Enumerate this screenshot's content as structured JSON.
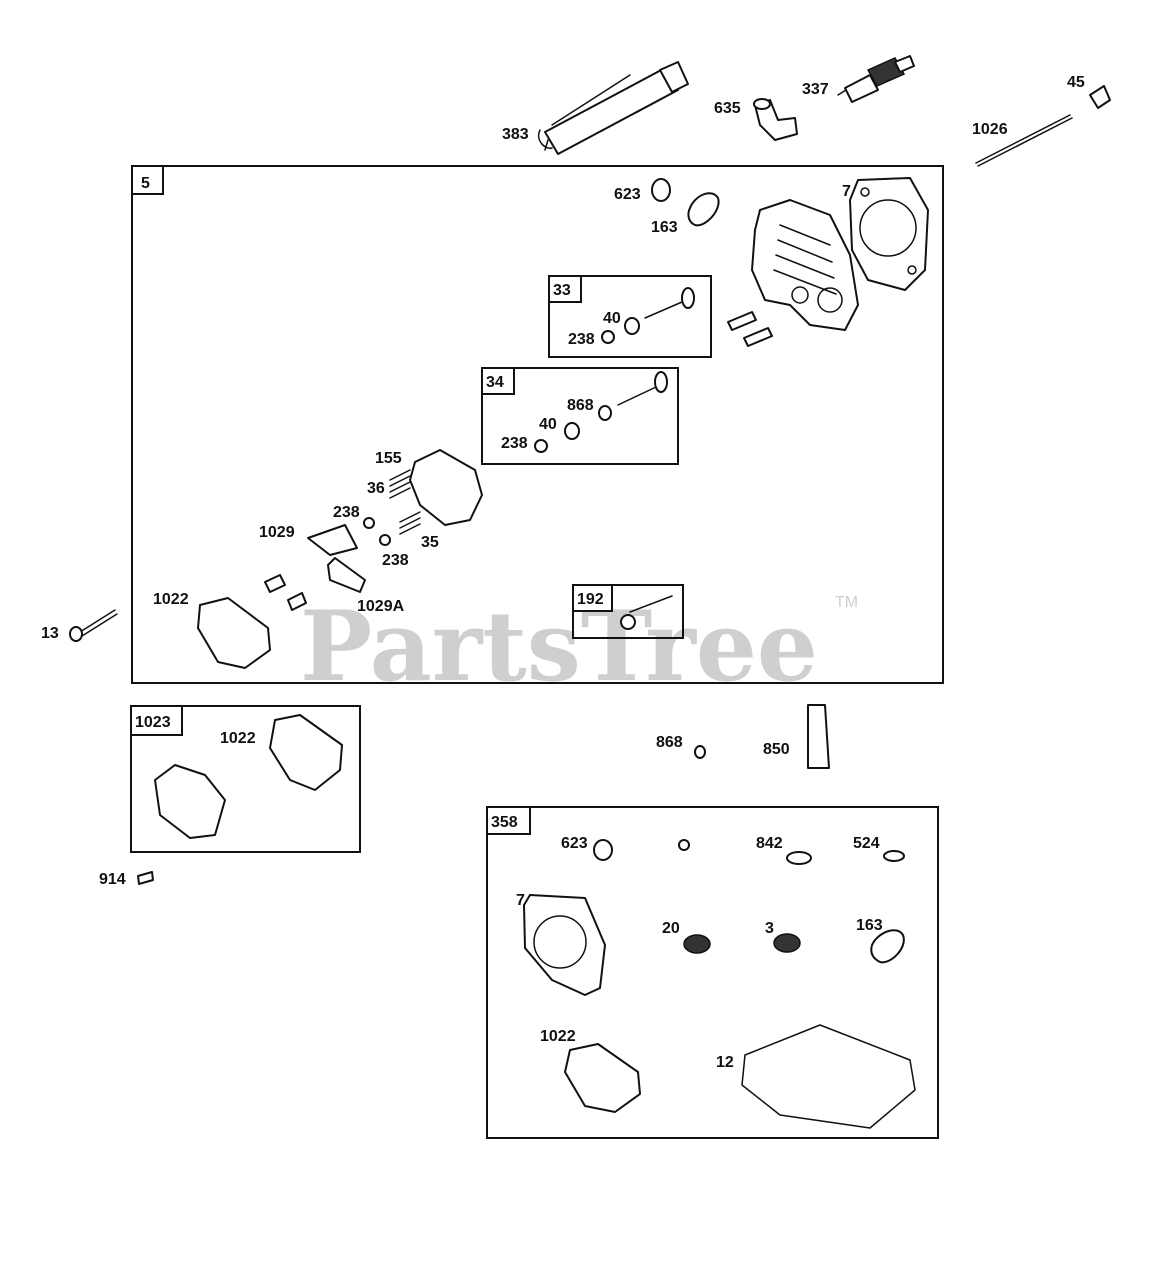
{
  "watermark": {
    "text": "PartsTree",
    "tm": "TM"
  },
  "kits": [
    {
      "id": "kit-5",
      "label": "5"
    },
    {
      "id": "kit-33",
      "label": "33"
    },
    {
      "id": "kit-34",
      "label": "34"
    },
    {
      "id": "kit-192",
      "label": "192"
    },
    {
      "id": "kit-1023",
      "label": "1023"
    },
    {
      "id": "kit-358",
      "label": "358"
    }
  ],
  "callouts": [
    {
      "id": "p383",
      "text": "383"
    },
    {
      "id": "p635",
      "text": "635"
    },
    {
      "id": "p337",
      "text": "337"
    },
    {
      "id": "p45",
      "text": "45"
    },
    {
      "id": "p1026",
      "text": "1026"
    },
    {
      "id": "p623a",
      "text": "623"
    },
    {
      "id": "p163a",
      "text": "163"
    },
    {
      "id": "p7a",
      "text": "7"
    },
    {
      "id": "p40a",
      "text": "40"
    },
    {
      "id": "p238a",
      "text": "238"
    },
    {
      "id": "p868a",
      "text": "868"
    },
    {
      "id": "p40b",
      "text": "40"
    },
    {
      "id": "p238b",
      "text": "238"
    },
    {
      "id": "p155",
      "text": "155"
    },
    {
      "id": "p36",
      "text": "36"
    },
    {
      "id": "p238c",
      "text": "238"
    },
    {
      "id": "p1029",
      "text": "1029"
    },
    {
      "id": "p35",
      "text": "35"
    },
    {
      "id": "p238d",
      "text": "238"
    },
    {
      "id": "p1022a",
      "text": "1022"
    },
    {
      "id": "p1029A",
      "text": "1029A"
    },
    {
      "id": "p13",
      "text": "13"
    },
    {
      "id": "p1022b",
      "text": "1022"
    },
    {
      "id": "p868b",
      "text": "868"
    },
    {
      "id": "p850",
      "text": "850"
    },
    {
      "id": "p914",
      "text": "914"
    },
    {
      "id": "p623b",
      "text": "623"
    },
    {
      "id": "p842",
      "text": "842"
    },
    {
      "id": "p524",
      "text": "524"
    },
    {
      "id": "p7b",
      "text": "7"
    },
    {
      "id": "p20",
      "text": "20"
    },
    {
      "id": "p3",
      "text": "3"
    },
    {
      "id": "p163b",
      "text": "163"
    },
    {
      "id": "p1022c",
      "text": "1022"
    },
    {
      "id": "p12",
      "text": "12"
    }
  ]
}
